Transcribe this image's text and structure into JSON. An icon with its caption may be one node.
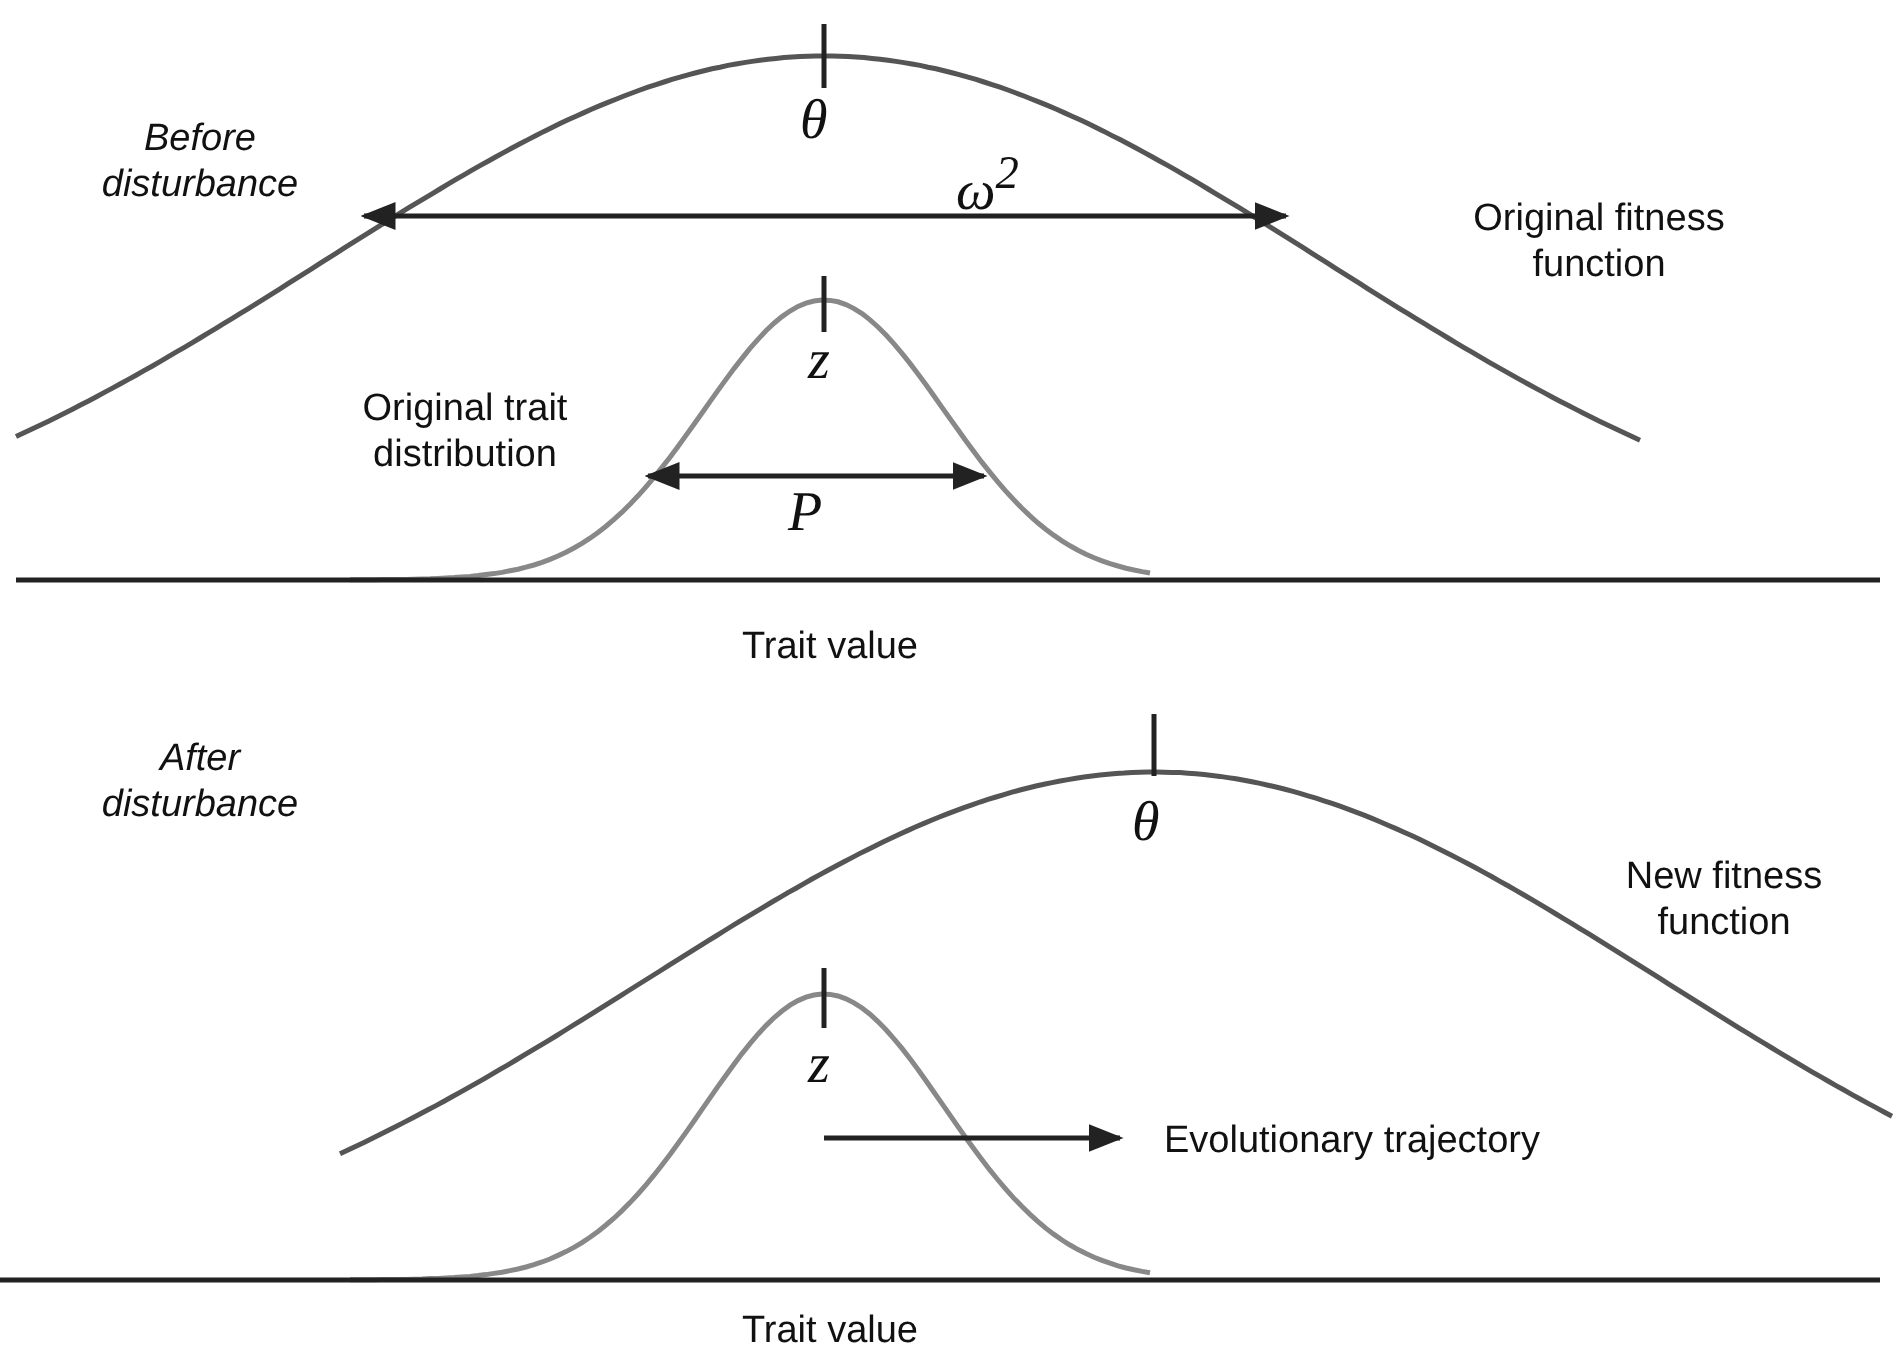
{
  "diagram": {
    "labels": [
      "Before disturbance",
      "θ",
      "ω$^{2}$",
      "Original fitness function",
      "z",
      "Original trait distribution",
      "P",
      "Trait value",
      "After disturbance",
      "θ",
      "New fitness function",
      "z",
      "Evolutionary trajectory",
      "Trait value"
    ]
  }
}
